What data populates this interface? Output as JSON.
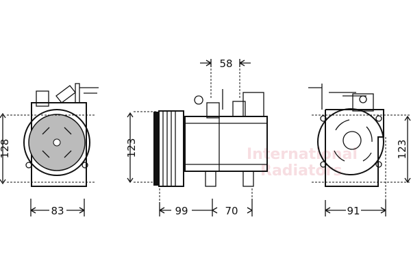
{
  "watermark": {
    "line1": "International",
    "line2": "Radiators"
  },
  "views": {
    "front": {
      "height": "128",
      "width": "83"
    },
    "side": {
      "height": "123",
      "top_offset": "58",
      "pulley_to_center": "99",
      "center_to_rear": "70"
    },
    "rear": {
      "height": "123",
      "width": "91"
    }
  },
  "colors": {
    "line": "#111111",
    "watermark": "#f2c9cf"
  }
}
